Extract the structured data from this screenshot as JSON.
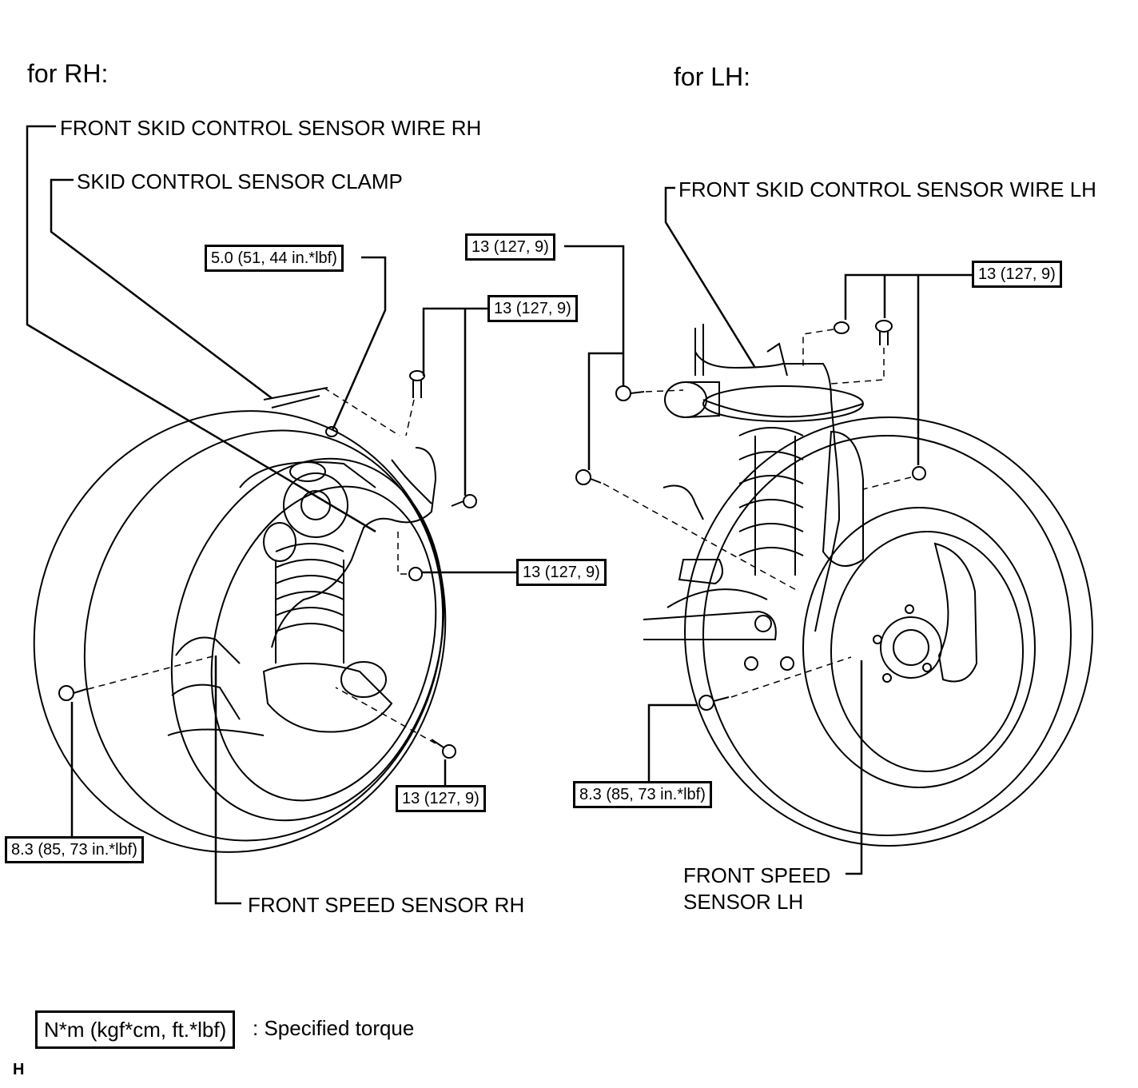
{
  "headers": {
    "rh": "for RH:",
    "lh": "for LH:"
  },
  "labels": {
    "wire_rh": "FRONT SKID CONTROL SENSOR WIRE RH",
    "clamp": "SKID CONTROL SENSOR CLAMP",
    "wire_lh": "FRONT SKID CONTROL SENSOR WIRE LH",
    "sensor_rh": "FRONT SPEED SENSOR RH",
    "sensor_lh_line1": "FRONT SPEED",
    "sensor_lh_line2": "SENSOR LH"
  },
  "torques": {
    "t_clamp": "5.0 (51, 44 in.*lbf)",
    "t_rh_bracket": "13 (127, 9)",
    "t_rh_mid": "13 (127, 9)",
    "t_rh_lower": "13 (127, 9)",
    "t_rh_sensor": "8.3 (85, 73 in.*lbf)",
    "t_lh_left": "13 (127, 9)",
    "t_lh_right": "13 (127, 9)",
    "t_lh_sensor": "8.3 (85, 73 in.*lbf)"
  },
  "legend": {
    "unit": "N*m (kgf*cm, ft.*lbf)",
    "meaning": ": Specified torque"
  },
  "corner_mark": "H"
}
